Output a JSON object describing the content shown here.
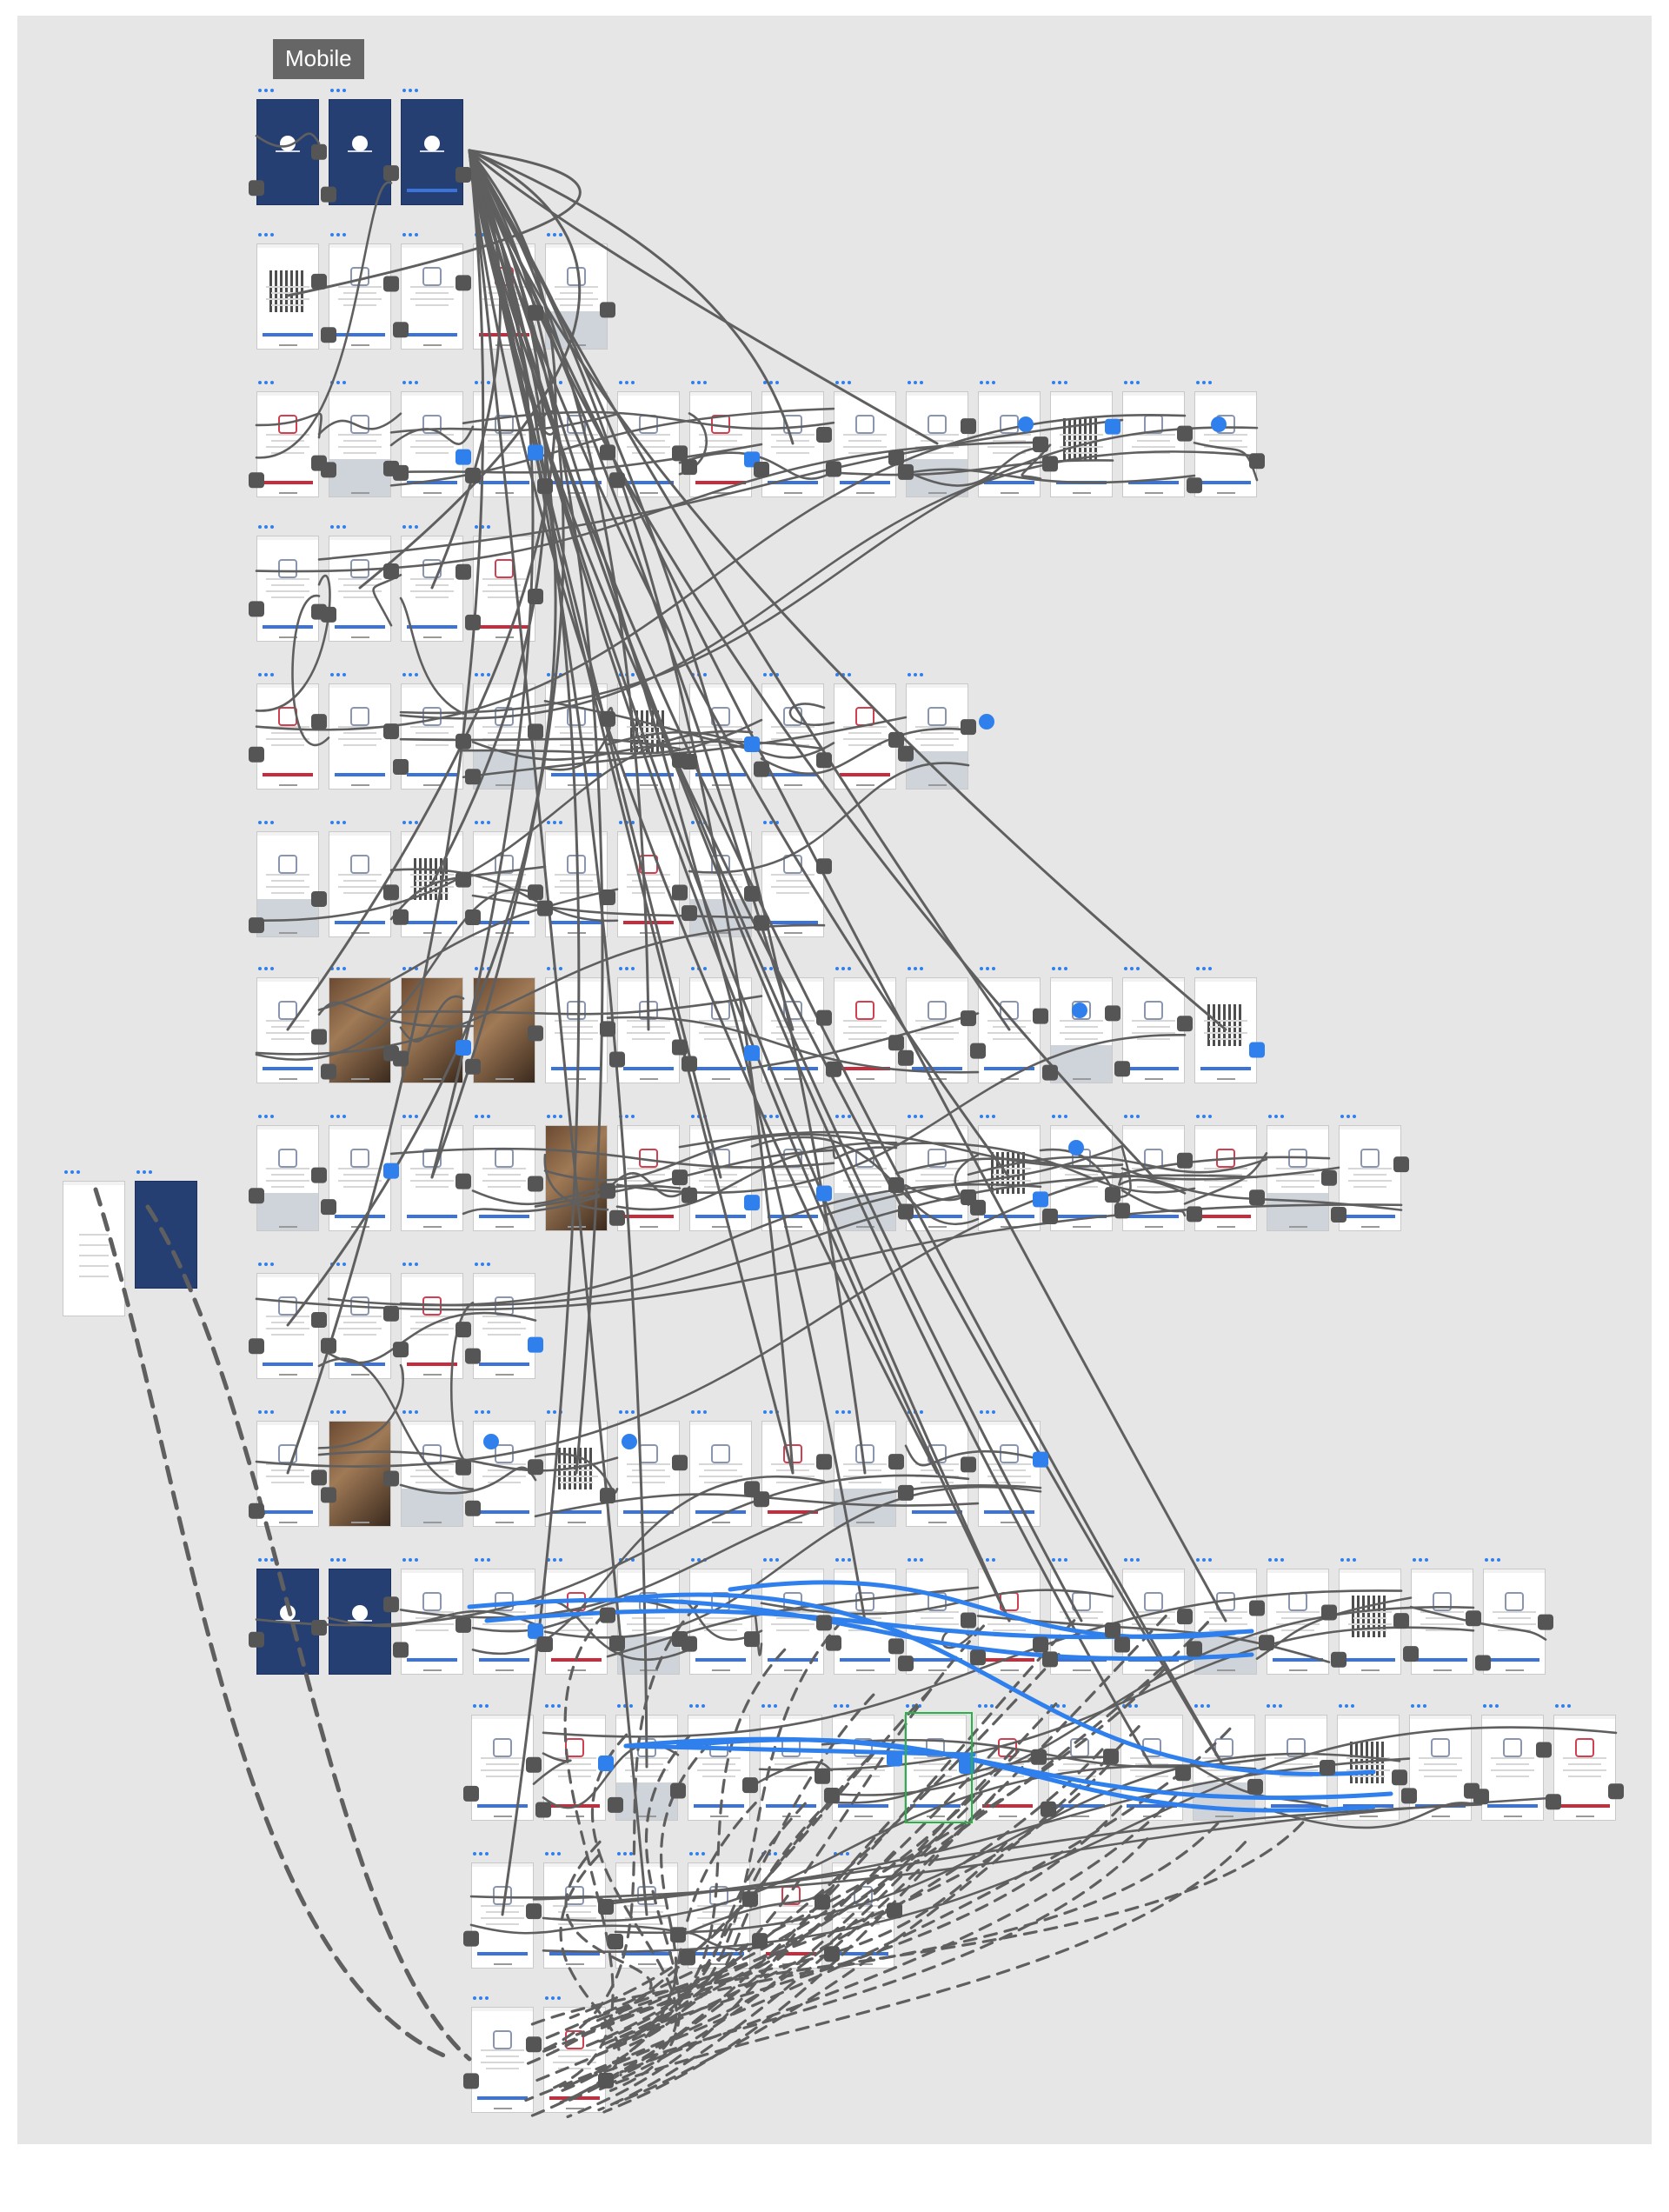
{
  "app": {
    "section_label": "Mobile"
  },
  "colors": {
    "canvas": "#e6e6e6",
    "link_gray": "#5f5f5f",
    "link_blue": "#2f80ed",
    "artboard_dark": "#263f72",
    "cta_blue": "#3b73d9",
    "cta_red": "#c62c3c",
    "selection_green": "#2ab24a"
  },
  "icons": {
    "hotspot": "rounded-square-hotspot",
    "link_end": "blue-dot-connector",
    "back": "chevron-left-icon",
    "next": "chevron-right-icon",
    "up": "chevron-up-icon",
    "down": "chevron-down-icon"
  }
}
